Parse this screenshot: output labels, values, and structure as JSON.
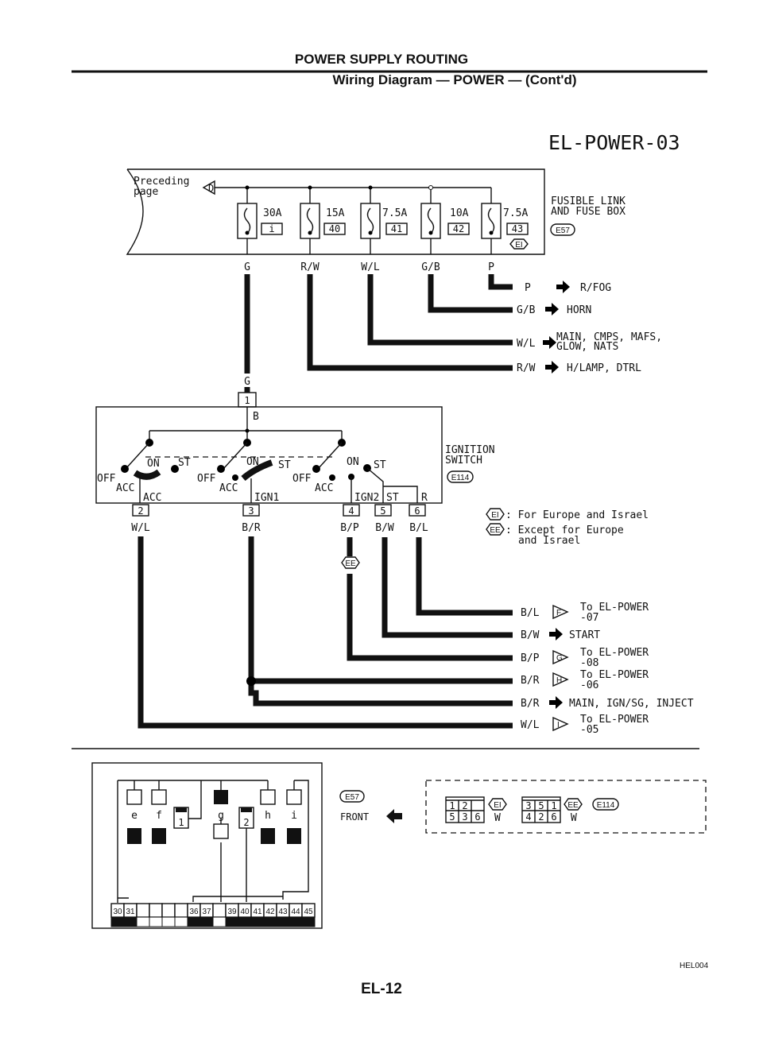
{
  "header": {
    "title": "POWER SUPPLY ROUTING",
    "subtitle": "Wiring Diagram — POWER — (Cont'd)",
    "diagram_code": "EL-POWER-03"
  },
  "fuse_box": {
    "preceding_1": "Preceding",
    "preceding_2": "page",
    "preceding_marker": "D",
    "name_1": "FUSIBLE LINK",
    "name_2": "AND FUSE BOX",
    "connector": "E57",
    "option_marker": "EI",
    "fuses": [
      {
        "rating": "30A",
        "id": "i",
        "wire": "G"
      },
      {
        "rating": "15A",
        "id": "40",
        "wire": "R/W"
      },
      {
        "rating": "7.5A",
        "id": "41",
        "wire": "W/L"
      },
      {
        "rating": "10A",
        "id": "42",
        "wire": "G/B"
      },
      {
        "rating": "7.5A",
        "id": "43",
        "wire": "P"
      }
    ]
  },
  "outputs_top": [
    {
      "wire": "P",
      "dest": "R/FOG"
    },
    {
      "wire": "G/B",
      "dest": "HORN"
    },
    {
      "wire": "W/L",
      "dest_1": "MAIN, CMPS, MAFS,",
      "dest_2": "GLOW, NATS"
    },
    {
      "wire": "R/W",
      "dest": "H/LAMP, DTRL"
    }
  ],
  "ignition": {
    "wire_in": "G",
    "pin_in": "1",
    "b_label": "B",
    "name_1": "IGNITION",
    "name_2": "SWITCH",
    "connector": "E114",
    "pos": {
      "off": "OFF",
      "acc": "ACC",
      "on": "ON",
      "st": "ST"
    },
    "terms": {
      "acc": "ACC",
      "ign1": "IGN1",
      "ign2": "IGN2",
      "st": "ST",
      "r": "R"
    },
    "pins": [
      {
        "pin": "2",
        "wire": "W/L"
      },
      {
        "pin": "3",
        "wire": "B/R"
      },
      {
        "pin": "4",
        "wire": "B/P"
      },
      {
        "pin": "5",
        "wire": "B/W"
      },
      {
        "pin": "6",
        "wire": "B/L"
      }
    ],
    "ee_marker": "EE"
  },
  "legend": [
    {
      "marker": "EI",
      "text": ": For Europe and Israel"
    },
    {
      "marker": "EE",
      "text_1": ": Except for Europe",
      "text_2": "and Israel"
    }
  ],
  "outputs_bottom": [
    {
      "wire": "B/L",
      "marker": "F",
      "dest_1": "To EL-POWER",
      "dest_2": "-07"
    },
    {
      "wire": "B/W",
      "dest": "START"
    },
    {
      "wire": "B/P",
      "marker": "G",
      "dest_1": "To EL-POWER",
      "dest_2": "-08"
    },
    {
      "wire": "B/R",
      "marker": "H",
      "dest_1": "To EL-POWER",
      "dest_2": "-06"
    },
    {
      "wire": "B/R",
      "dest": "MAIN, IGN/SG, INJECT"
    },
    {
      "wire": "W/L",
      "marker": "I",
      "dest_1": "To EL-POWER",
      "dest_2": "-05"
    }
  ],
  "connector_view": {
    "fuse_letters": [
      "e",
      "f",
      "g",
      "h",
      "i"
    ],
    "relay_ids": [
      "1",
      "2"
    ],
    "terminals": [
      "30",
      "31",
      "36",
      "37",
      "39",
      "40",
      "41",
      "42",
      "43",
      "44",
      "45"
    ],
    "connector": "E57",
    "front": "FRONT"
  },
  "connector_legend": {
    "c1_top": [
      "1",
      "2",
      ""
    ],
    "c1_bot": [
      "5",
      "3",
      "6"
    ],
    "c1_marker": "EI",
    "c1_color": "W",
    "c2_top": [
      "3",
      "5",
      "1"
    ],
    "c2_bot": [
      "4",
      "2",
      "6"
    ],
    "c2_marker": "EE",
    "c2_color": "W",
    "c2_connector": "E114"
  },
  "footer": {
    "ref": "HEL004",
    "page": "EL-12"
  }
}
